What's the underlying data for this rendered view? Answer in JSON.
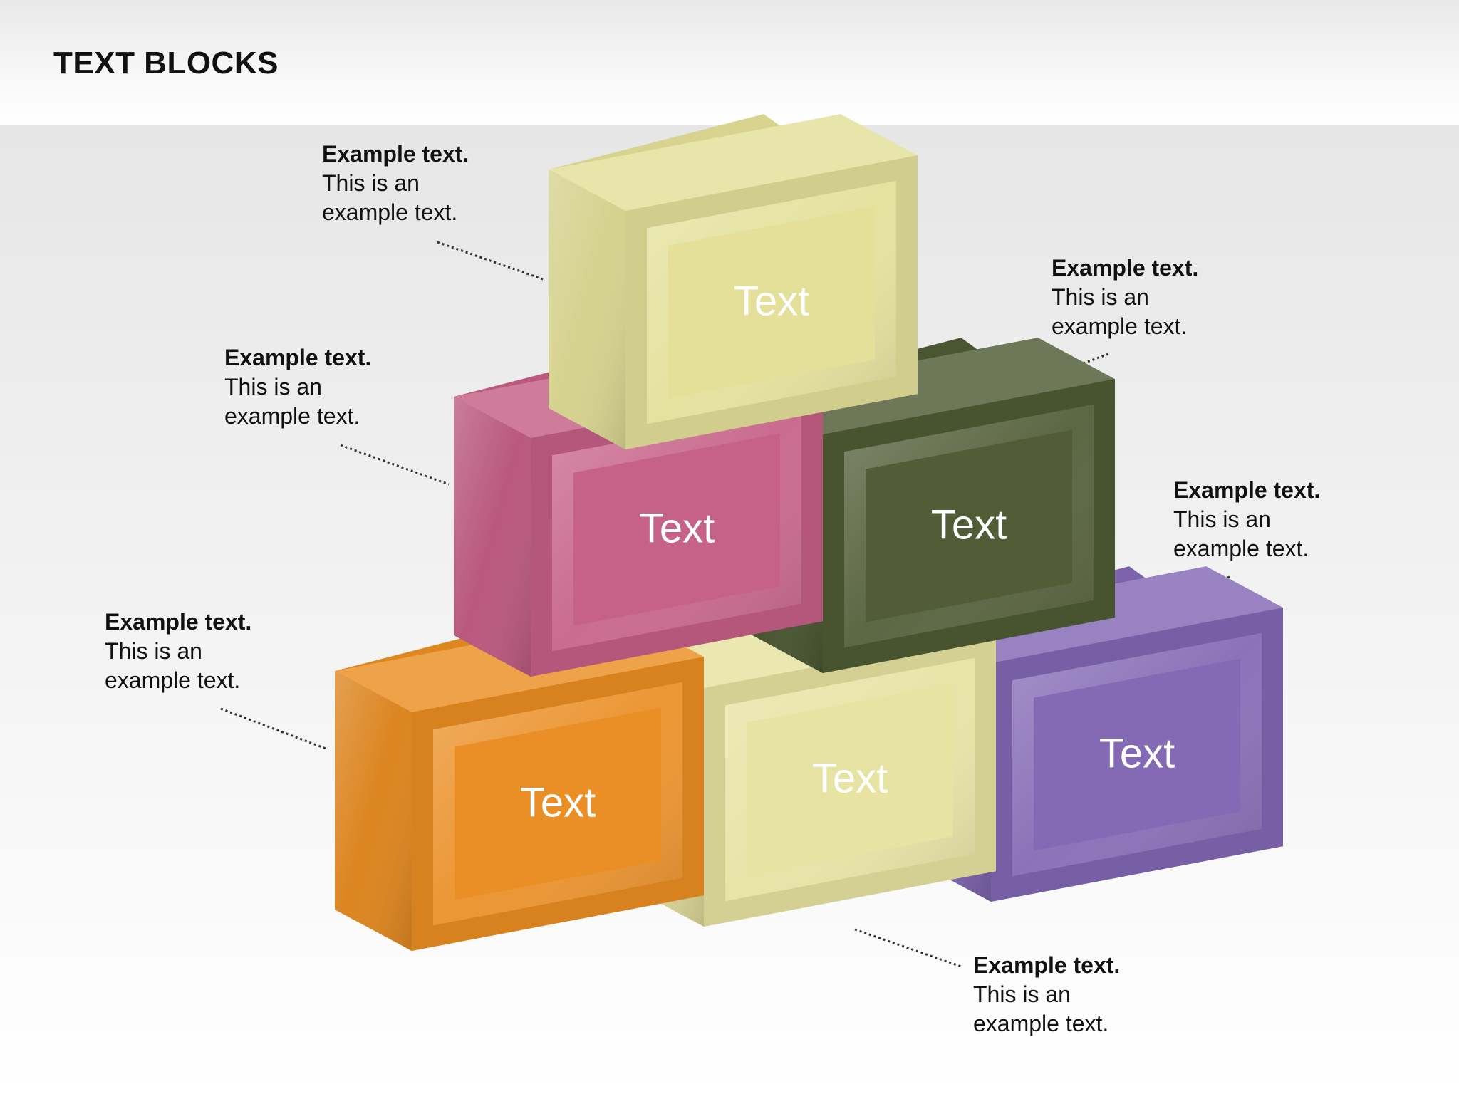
{
  "title": "TEXT BLOCKS",
  "blocks": [
    {
      "id": "top-yellow",
      "label": "Text",
      "color": "#e3df98"
    },
    {
      "id": "middle-pink",
      "label": "Text",
      "color": "#c55f85"
    },
    {
      "id": "middle-olive",
      "label": "Text",
      "color": "#4e5a34"
    },
    {
      "id": "bottom-orange",
      "label": "Text",
      "color": "#ea8d22"
    },
    {
      "id": "bottom-yellow",
      "label": "Text",
      "color": "#e6e2a0"
    },
    {
      "id": "bottom-purple",
      "label": "Text",
      "color": "#8167b3"
    }
  ],
  "callouts": [
    {
      "heading": "Example text.",
      "body": "This is an example text."
    },
    {
      "heading": "Example text.",
      "body": "This is an example text."
    },
    {
      "heading": "Example text.",
      "body": "This is an example text."
    },
    {
      "heading": "Example text.",
      "body": "This is an example text."
    },
    {
      "heading": "Example text.",
      "body": "This is an example text."
    },
    {
      "heading": "Example text.",
      "body": "This is an example text."
    }
  ]
}
